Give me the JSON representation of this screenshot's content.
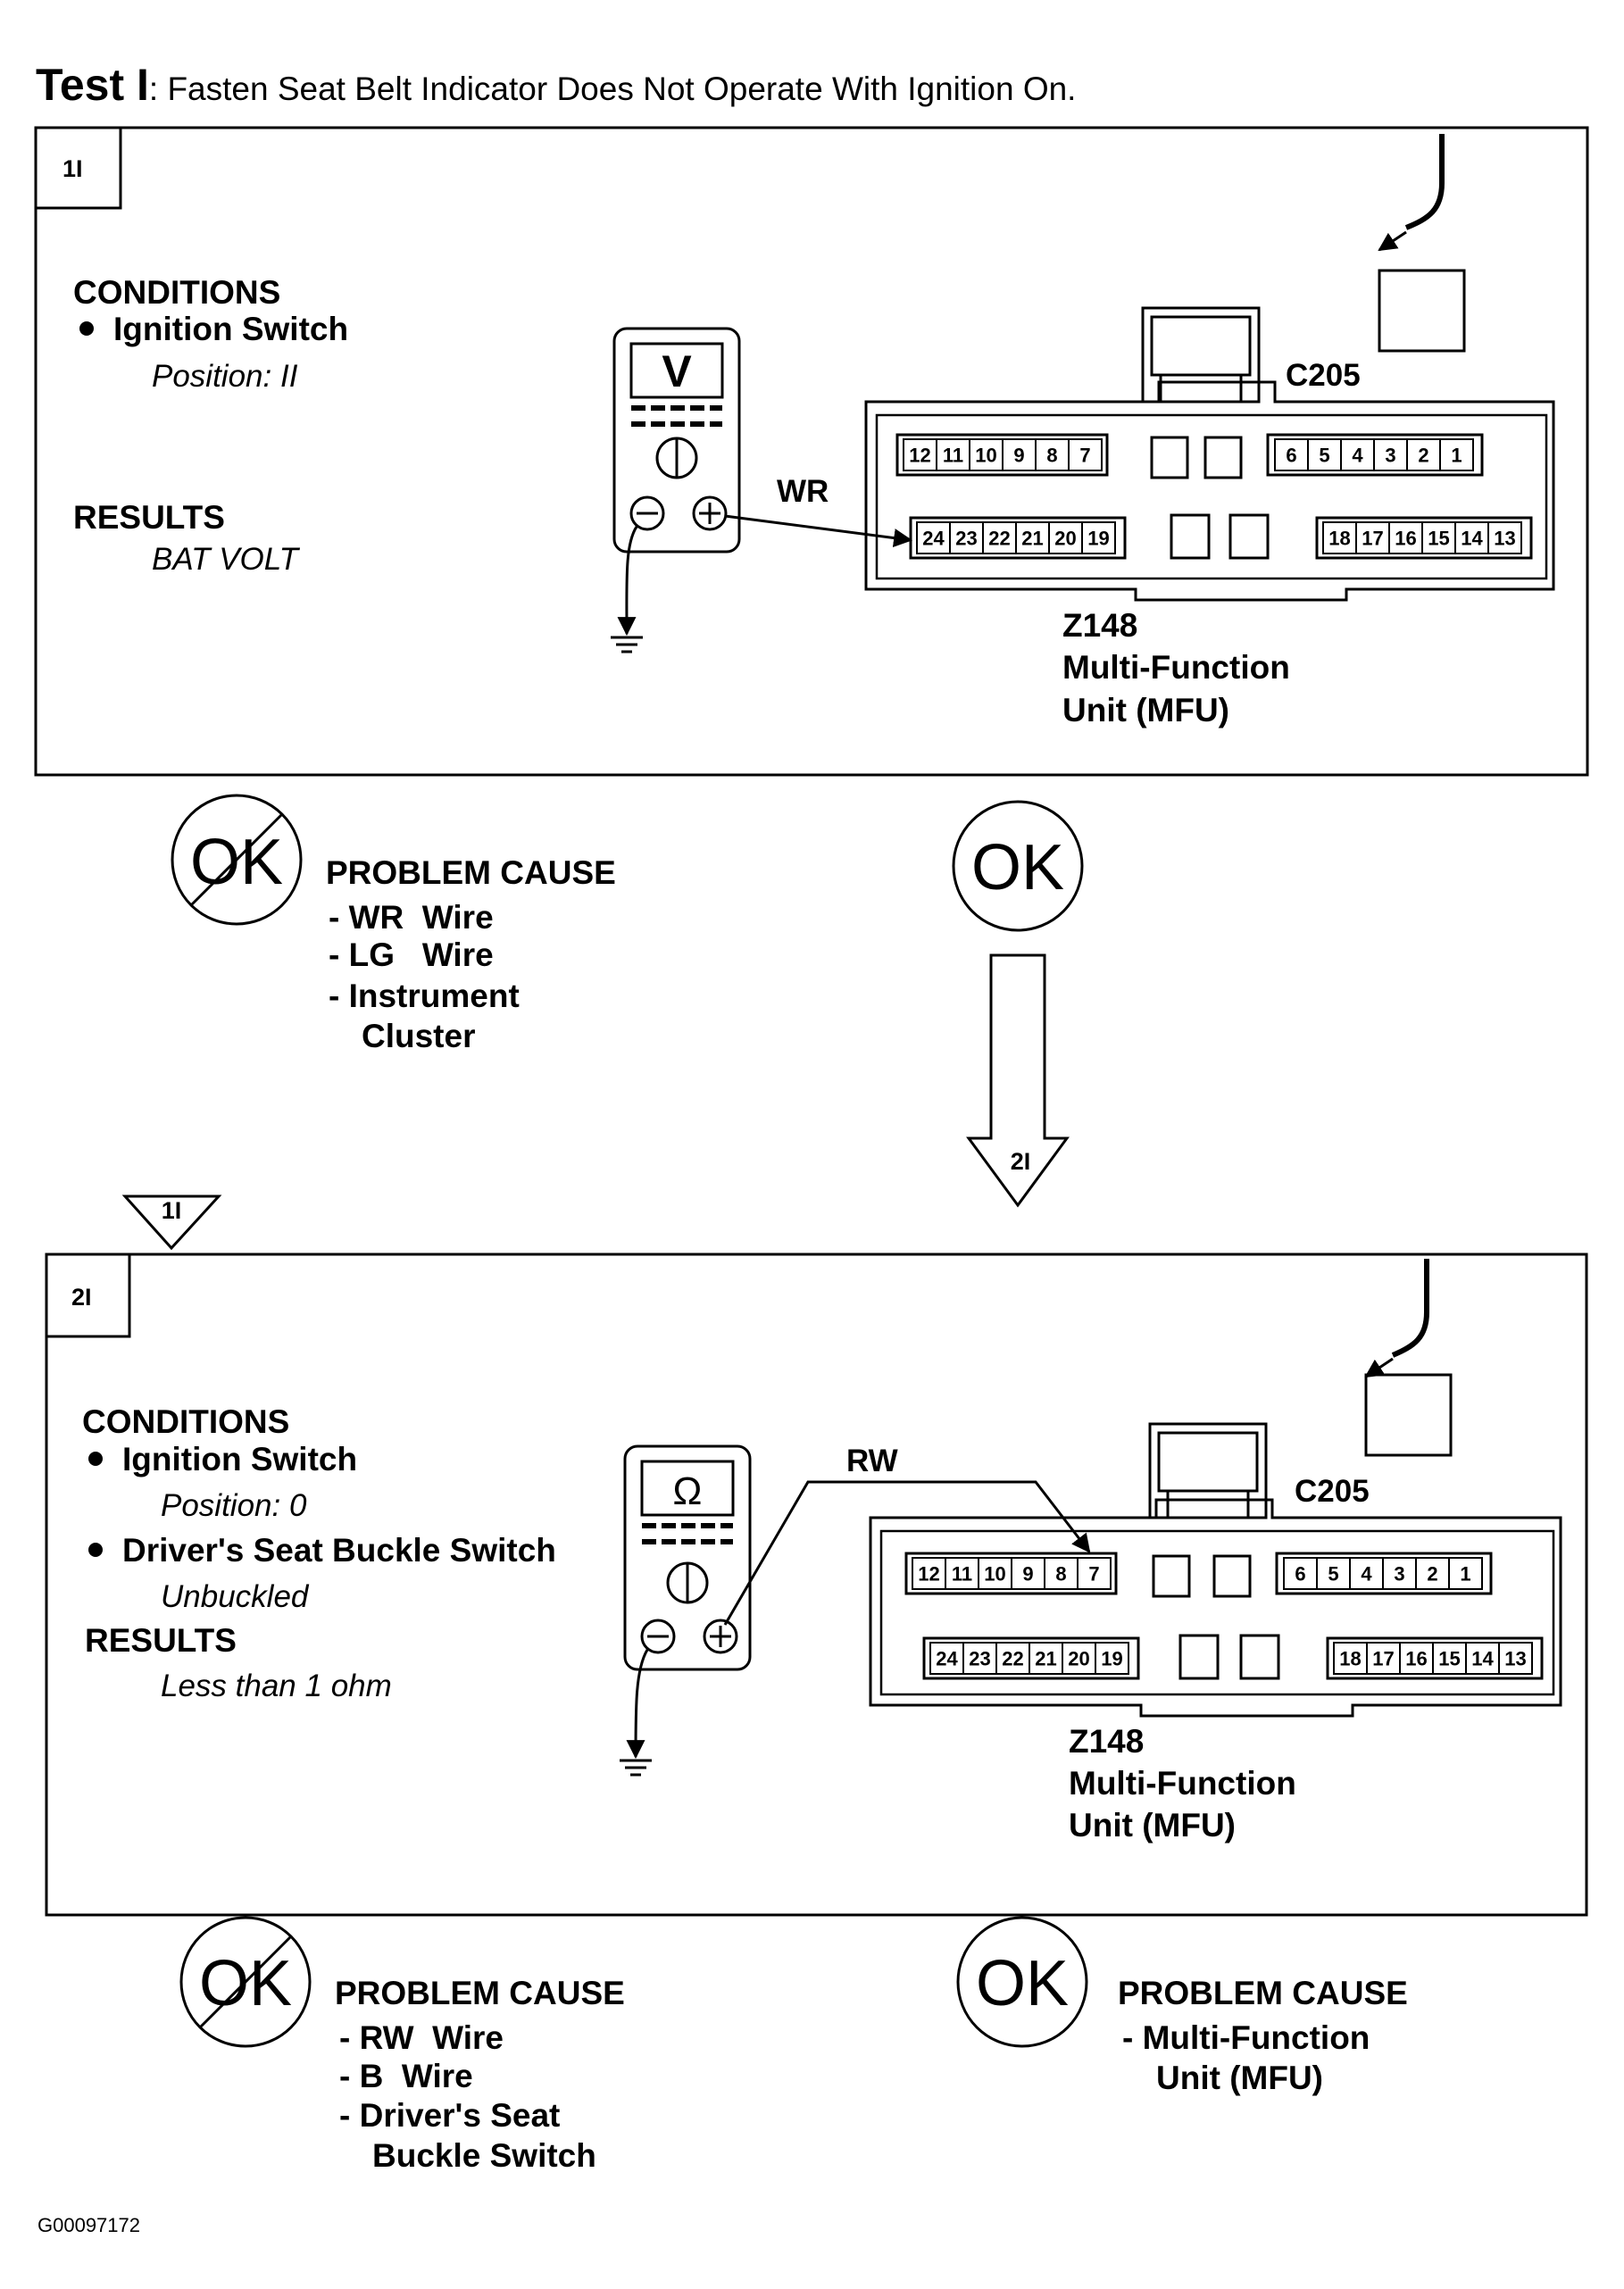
{
  "title": {
    "test_label": "Test I",
    "description": ": Fasten Seat Belt Indicator Does Not Operate With Ignition On."
  },
  "step1": {
    "tab": "1I",
    "conditions_heading": "CONDITIONS",
    "condition_items": [
      {
        "name": "Ignition Switch",
        "value": "Position: II"
      }
    ],
    "results_heading": "RESULTS",
    "results_value": "BAT VOLT",
    "meter_symbol": "V",
    "wire_label": "WR",
    "connector_id": "C205",
    "component_code": "Z148",
    "component_name_line1": "Multi-Function",
    "component_name_line2": "Unit (MFU)"
  },
  "step1_outcomes": {
    "not_ok_symbol": "OK",
    "problem_heading": "PROBLEM CAUSE",
    "causes": [
      "- WR  Wire",
      "- LG   Wire",
      "- Instrument"
    ],
    "cause_continuation": "Cluster",
    "ok_symbol": "OK",
    "next_step": "2I"
  },
  "step2": {
    "from_step": "1I",
    "tab": "2I",
    "conditions_heading": "CONDITIONS",
    "condition_items": [
      {
        "name": "Ignition Switch",
        "value": "Position: 0"
      },
      {
        "name": "Driver's Seat Buckle Switch",
        "value": "Unbuckled"
      }
    ],
    "results_heading": "RESULTS",
    "results_value": "Less than 1 ohm",
    "meter_symbol": "Ω",
    "wire_label": "RW",
    "connector_id": "C205",
    "component_code": "Z148",
    "component_name_line1": "Multi-Function",
    "component_name_line2": "Unit (MFU)"
  },
  "step2_outcomes": {
    "not_ok_symbol": "OK",
    "problem_heading": "PROBLEM CAUSE",
    "causes": [
      "- RW  Wire",
      "- B  Wire",
      "- Driver's Seat"
    ],
    "cause_continuation": "Buckle Switch",
    "ok_symbol": "OK",
    "ok_problem_heading": "PROBLEM CAUSE",
    "ok_causes": [
      "- Multi-Function"
    ],
    "ok_cause_continuation": "Unit (MFU)"
  },
  "connector_pins": {
    "top_left": [
      "12",
      "11",
      "10",
      "9",
      "8",
      "7"
    ],
    "top_right": [
      "6",
      "5",
      "4",
      "3",
      "2",
      "1"
    ],
    "bottom_left": [
      "24",
      "23",
      "22",
      "21",
      "20",
      "19"
    ],
    "bottom_right": [
      "18",
      "17",
      "16",
      "15",
      "14",
      "13"
    ]
  },
  "figure_id": "G00097172"
}
